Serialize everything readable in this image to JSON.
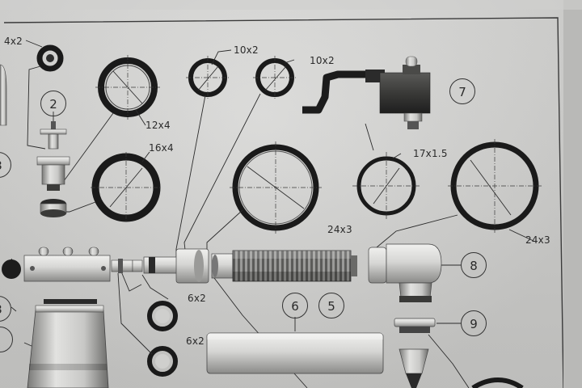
{
  "size_labels": {
    "qty_4x2": "4x2",
    "qty_12x4": "12x4",
    "qty_16x4": "16x4",
    "qty_10x2_a": "10x2",
    "qty_10x2_b": "10x2",
    "qty_24x3_center": "24x3",
    "qty_17x1_5": "17x1.5",
    "qty_24x3_right": "24x3",
    "qty_6x2_upper": "6x2",
    "qty_6x2_lower": "6x2"
  },
  "callouts": {
    "part_2": "2",
    "part_3a": "3",
    "part_3b": "3",
    "part_5": "5",
    "part_6": "6",
    "part_7": "7",
    "part_8": "8",
    "part_9": "9"
  },
  "colors": {
    "paper": "#d3d3d1",
    "ring": "#1a1a1a",
    "line": "#333333",
    "metal_light": "#d9d9d7",
    "metal_dark": "#6f6f6d"
  }
}
